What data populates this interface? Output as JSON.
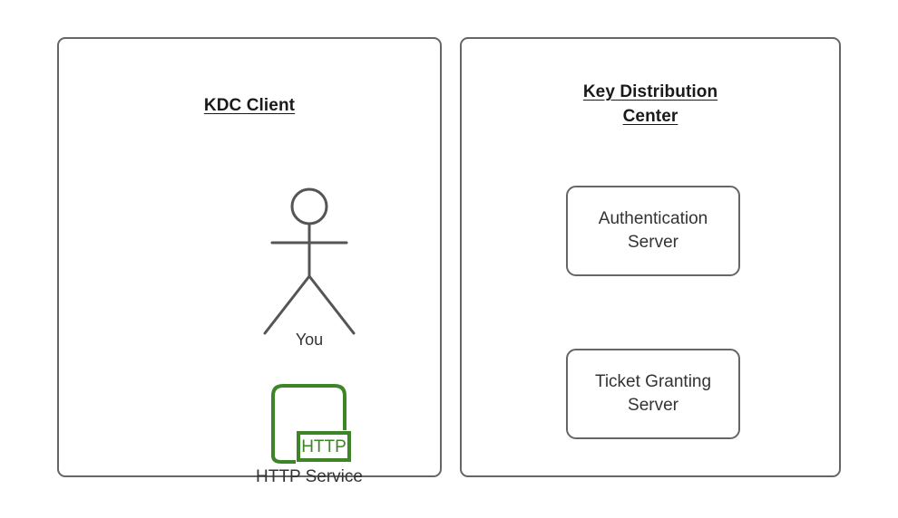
{
  "diagram": {
    "title_hidden": "Kerberos KDC overview",
    "colors": {
      "panel_border": "#666666",
      "shape_border": "#666666",
      "text": "#333333",
      "title_text": "#1a1a1a",
      "service_green": "#3d8527",
      "background": "#ffffff"
    }
  },
  "panels": [
    {
      "id": "kdc-client",
      "title": "KDC Client",
      "actor": {
        "icon": "stick-figure-icon",
        "label": "You"
      },
      "service": {
        "icon": "http-service-icon",
        "badge": "HTTP",
        "label": "HTTP Service"
      }
    },
    {
      "id": "key-distribution-center",
      "title_line1": "Key Distribution",
      "title_line2": "Center",
      "servers": [
        {
          "label": "Authentication\nServer"
        },
        {
          "label": "Ticket Granting\nServer"
        }
      ]
    }
  ]
}
